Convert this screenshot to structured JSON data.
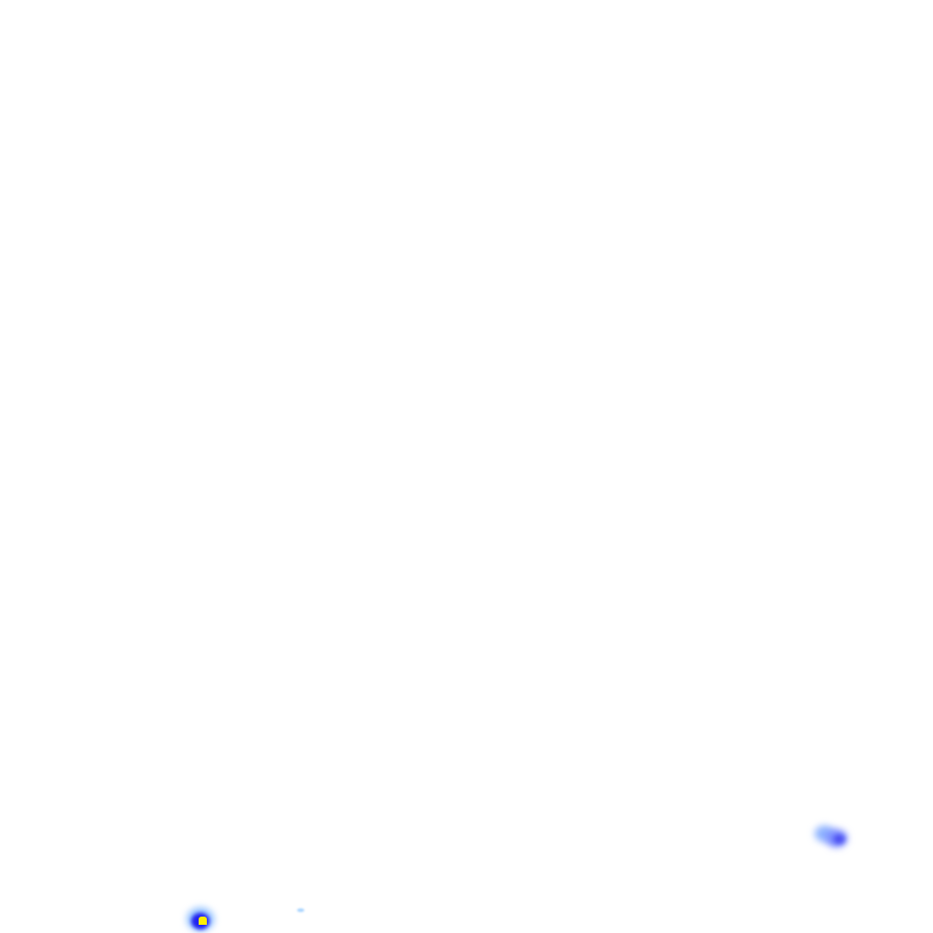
{
  "canvas": {
    "background": "#ffffff"
  },
  "shapes": [
    {
      "name": "blurred-cloud-blob",
      "colors": [
        "#8fb4ff",
        "#7a8cff",
        "#4a4cf0"
      ]
    },
    {
      "name": "blurred-spot-with-yellow-center",
      "colors": [
        "#8fc0ff",
        "#2222f0",
        "#ffee00"
      ]
    },
    {
      "name": "faint-streak",
      "colors": [
        "#a8d4ff"
      ]
    }
  ]
}
